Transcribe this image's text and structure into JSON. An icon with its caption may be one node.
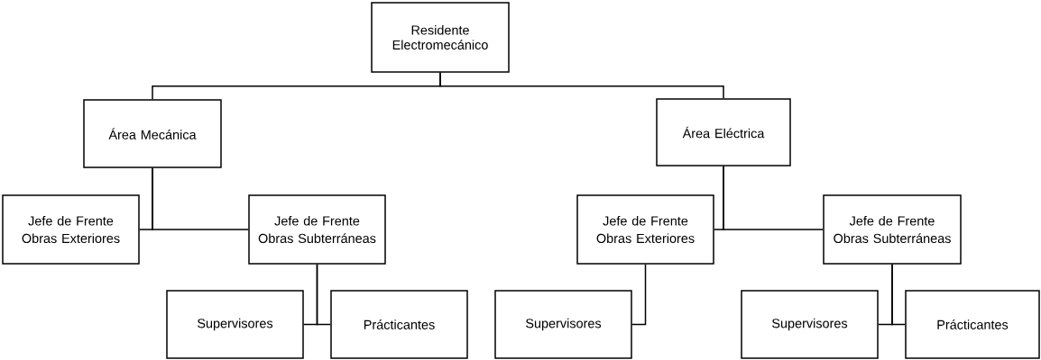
{
  "diagram": {
    "nodes": [
      {
        "text": [
          "Residente Electromecánico"
        ]
      },
      {
        "text": [
          "Área Mecánica"
        ]
      },
      {
        "text": [
          "Área Eléctrica"
        ]
      },
      {
        "text": [
          "Jefe de Frente",
          "Obras Exteriores"
        ]
      },
      {
        "text": [
          "Jefe de Frente",
          "Obras Subterráneas"
        ]
      },
      {
        "text": [
          "Jefe de Frente",
          "Obras Exteriores"
        ]
      },
      {
        "text": [
          "Jefe de Frente",
          "Obras Subterráneas"
        ]
      },
      {
        "text": [
          "Supervisores"
        ]
      },
      {
        "text": [
          "Prácticantes"
        ]
      },
      {
        "text": [
          "Supervisores"
        ]
      },
      {
        "text": [
          "Supervisores"
        ]
      },
      {
        "text": [
          "Prácticantes"
        ]
      }
    ],
    "edges": [
      {
        "from": 0,
        "to": 1,
        "arrow": "none"
      },
      {
        "from": 0,
        "to": 2,
        "arrow": "none"
      },
      {
        "from": 1,
        "to": 3,
        "arrow": "none"
      },
      {
        "from": 1,
        "to": 4,
        "arrow": "none"
      },
      {
        "from": 2,
        "to": 5,
        "arrow": "none"
      },
      {
        "from": 2,
        "to": 6,
        "arrow": "none"
      },
      {
        "from": 4,
        "to": 7,
        "arrow": "none"
      },
      {
        "from": 4,
        "to": 8,
        "arrow": "none"
      },
      {
        "from": 5,
        "to": 9,
        "arrow": "none"
      },
      {
        "from": 6,
        "to": 10,
        "arrow": "none"
      },
      {
        "from": 6,
        "to": 11,
        "arrow": "none"
      }
    ]
  }
}
